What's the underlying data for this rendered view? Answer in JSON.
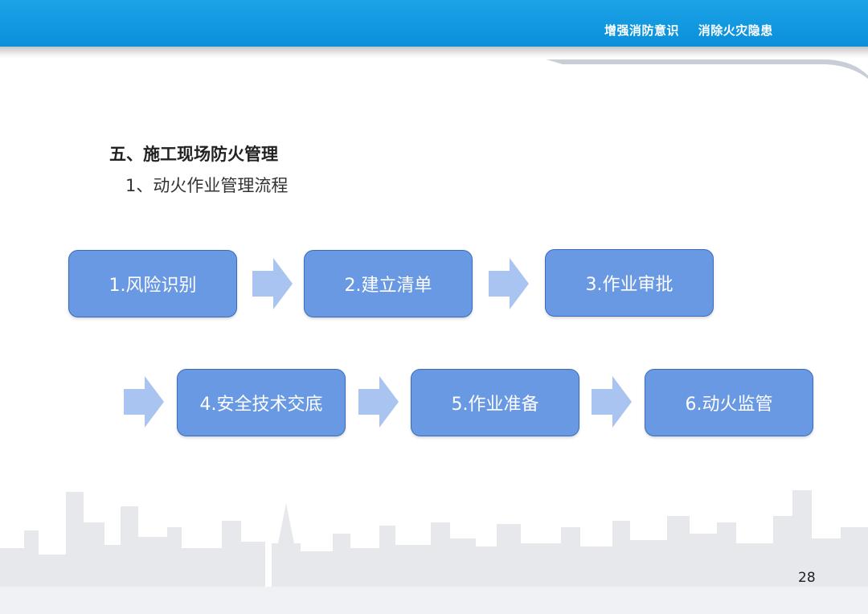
{
  "header": {
    "slogan_1": "增强消防意识",
    "slogan_2": "消除火灾隐患"
  },
  "content": {
    "section_title": "五、施工现场防火管理",
    "subsection_title": "1、动火作业管理流程"
  },
  "flow": {
    "steps": [
      "1.风险识别",
      "2.建立清单",
      "3.作业审批",
      "4.安全技术交底",
      "5.作业准备",
      "6.动火监管"
    ]
  },
  "footer": {
    "page_number": "28"
  },
  "colors": {
    "header_blue": "#0a8fd8",
    "step_fill": "#6a99e4",
    "step_border": "#3b6bbd",
    "arrow_fill": "#a9c4f0"
  },
  "icons": {
    "flow_arrow": "right-arrow-icon",
    "background": "city-skyline"
  }
}
